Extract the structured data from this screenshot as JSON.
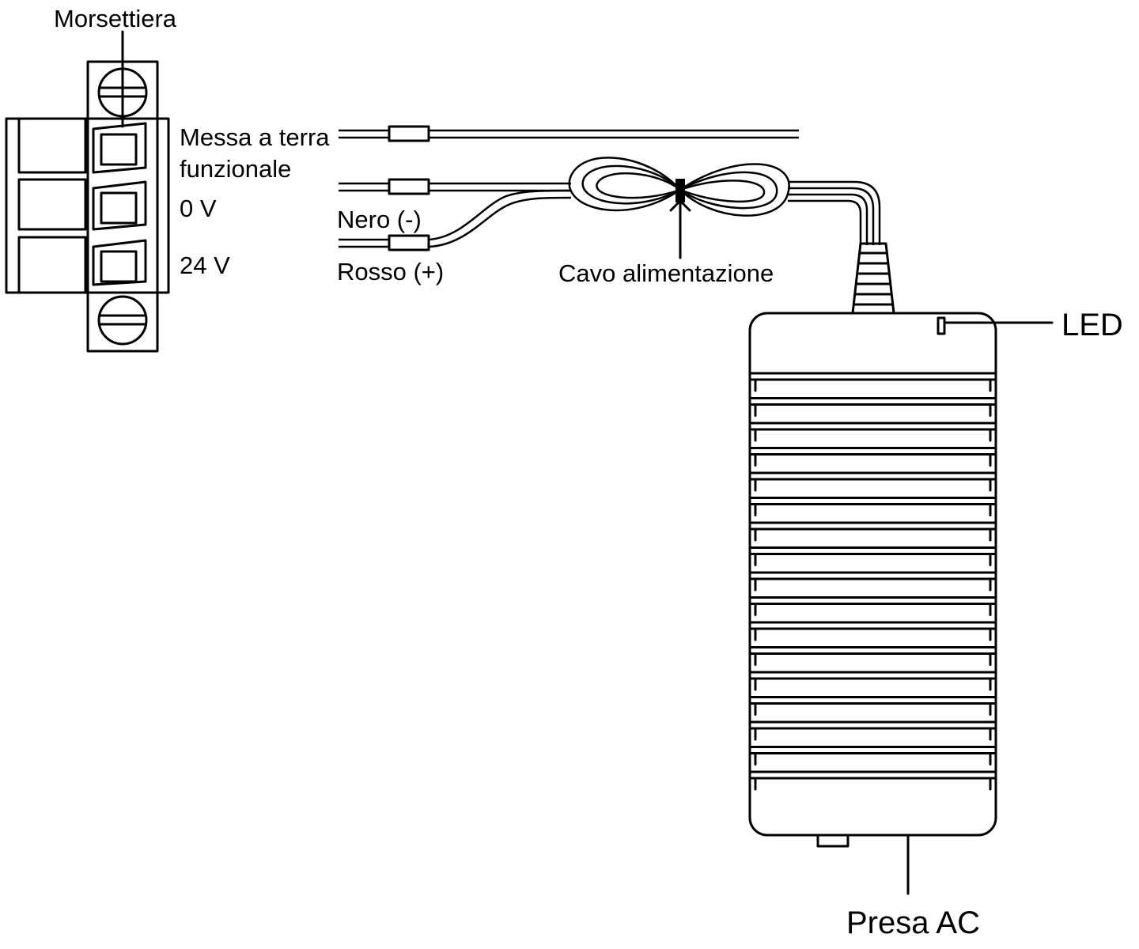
{
  "labels": {
    "terminal_block": "Morsettiera",
    "functional_earth_line1": "Messa a terra",
    "functional_earth_line2": "funzionale",
    "zero_v": "0 V",
    "twentyfour_v": "24 V",
    "black_wire": "Nero (-)",
    "red_wire": "Rosso (+)",
    "power_cable": "Cavo alimentazione",
    "led": "LED",
    "ac_socket": "Presa AC"
  },
  "colors": {
    "line": "#000000",
    "background": "#ffffff"
  }
}
